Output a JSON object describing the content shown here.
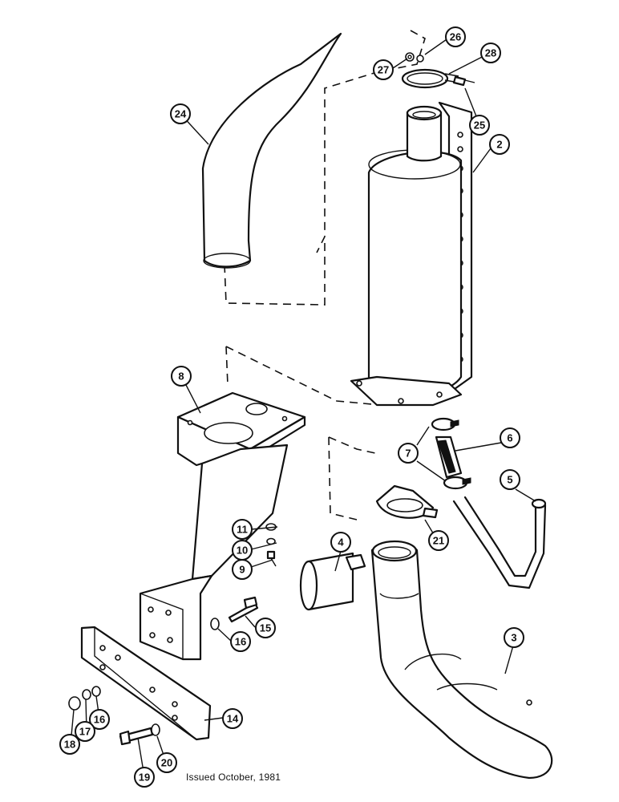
{
  "callouts": {
    "c2": "2",
    "c3": "3",
    "c4": "4",
    "c5": "5",
    "c6": "6",
    "c7": "7",
    "c8": "8",
    "c9": "9",
    "c10": "10",
    "c11": "11",
    "c14": "14",
    "c15": "15",
    "c16a": "16",
    "c16b": "16",
    "c17": "17",
    "c18": "18",
    "c19": "19",
    "c20": "20",
    "c21": "21",
    "c24": "24",
    "c25": "25",
    "c26": "26",
    "c27": "27",
    "c28": "28"
  },
  "footer": {
    "note": "Issued October, 1981"
  }
}
